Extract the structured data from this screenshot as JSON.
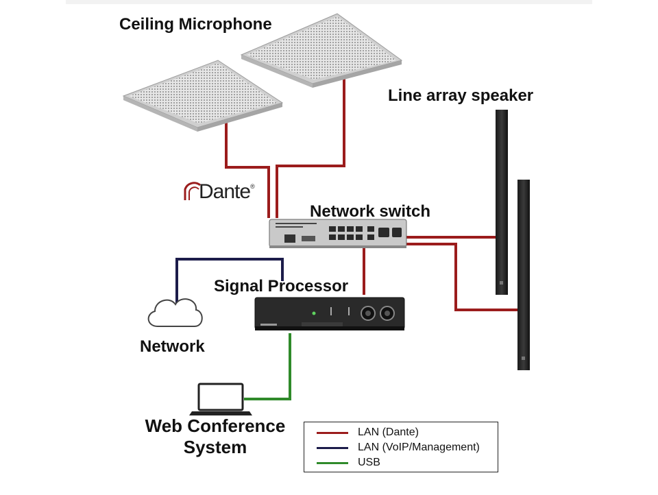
{
  "labels": {
    "ceiling_microphone": "Ceiling Microphone",
    "line_array_speaker": "Line array speaker",
    "network_switch": "Network switch",
    "signal_processor": "Signal Processor",
    "network": "Network",
    "web_conference_line1": "Web Conference",
    "web_conference_line2": "System",
    "dante_logo": "Dante",
    "dante_reg": "®"
  },
  "legend": [
    {
      "label": "LAN (Dante)",
      "color": "#9b1c1c"
    },
    {
      "label": "LAN (VoIP/Management)",
      "color": "#1c1c4a"
    },
    {
      "label": "USB",
      "color": "#2f8a2a"
    }
  ],
  "colors": {
    "dante_line": "#9b1c1c",
    "voip_line": "#1c1c4a",
    "usb_line": "#2f8a2a"
  }
}
